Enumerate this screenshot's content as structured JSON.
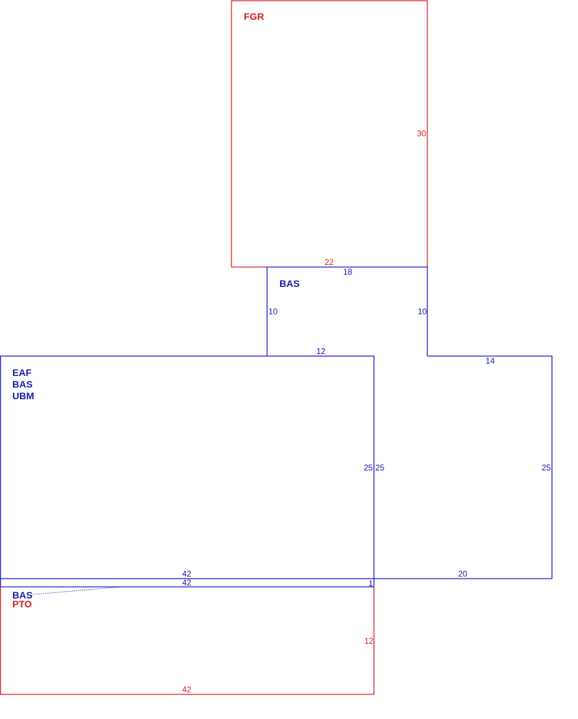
{
  "colors": {
    "blue": "#1a1acc",
    "red": "#dd2222"
  },
  "areas": {
    "fgr": {
      "label": "FGR",
      "dims": {
        "right": "30",
        "bottom": "22"
      }
    },
    "bas_upper": {
      "label": "BAS",
      "dims": {
        "top": "18",
        "left": "10",
        "right": "10",
        "bottom": "12"
      }
    },
    "main": {
      "labels": [
        "EAF",
        "BAS",
        "UBM"
      ],
      "dims": {
        "right": "25",
        "bottom": "42"
      }
    },
    "east": {
      "dims": {
        "top": "14",
        "left": "25",
        "right": "25",
        "bottom": "20"
      }
    },
    "strip": {
      "label": "BAS",
      "dims": {
        "top": "42",
        "right": "1"
      }
    },
    "pto": {
      "label": "PTO",
      "dims": {
        "right": "12",
        "bottom": "42"
      }
    }
  }
}
